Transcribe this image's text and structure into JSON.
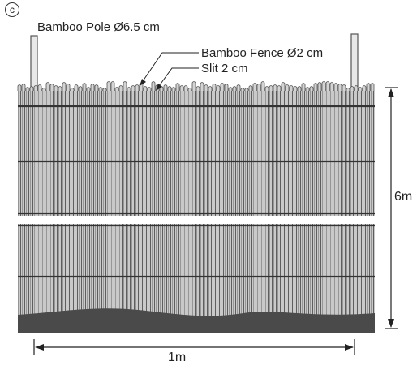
{
  "panel_marker": "c",
  "labels": {
    "bamboo_pole": "Bamboo Pole Ø6.5 cm",
    "bamboo_fence": "Bamboo Fence Ø2 cm",
    "slit": "Slit 2 cm"
  },
  "dimensions": {
    "height": "6m",
    "width": "1m"
  },
  "colors": {
    "ink": "#222222",
    "fence_fill": "#b9b9b9",
    "fence_stroke": "#6e6e6e",
    "ground": "#4a4a4a",
    "background": "#ffffff"
  }
}
